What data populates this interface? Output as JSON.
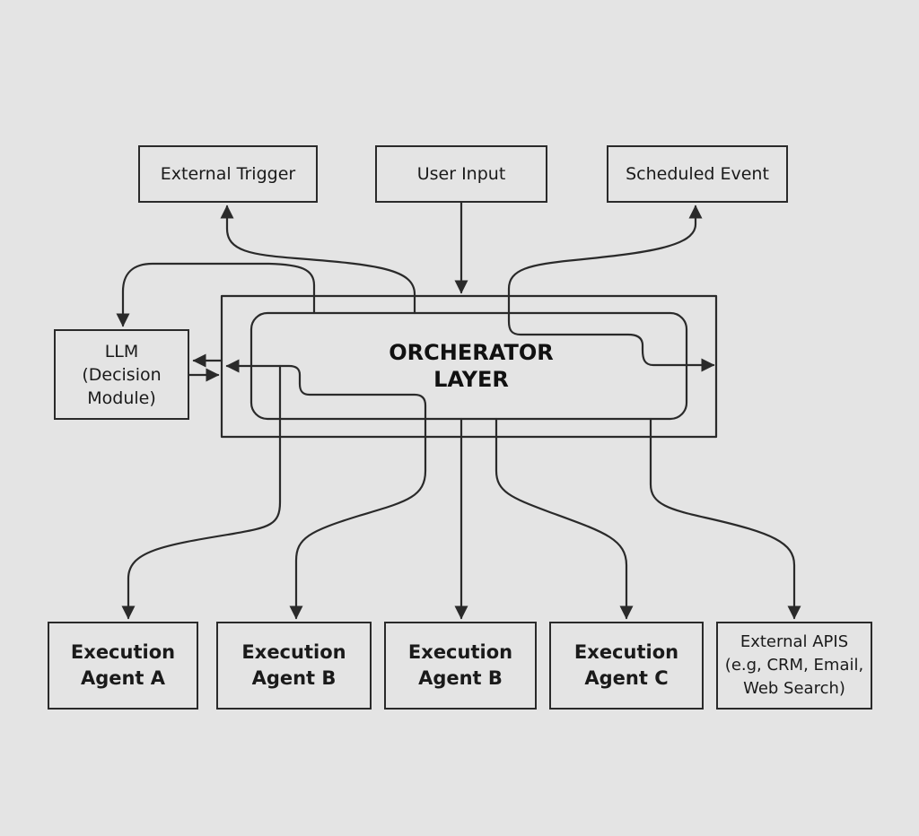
{
  "diagram": {
    "colors": {
      "background": "#e4e4e4",
      "stroke": "#2a2a2a",
      "text": "#1a1a1a"
    },
    "inputs": {
      "external_trigger": "External Trigger",
      "user_input": "User Input",
      "scheduled_event": "Scheduled Event"
    },
    "llm": {
      "line1": "LLM",
      "line2": "(Decision",
      "line3": "Module)"
    },
    "orchestrator": {
      "line1": "ORCHERATOR",
      "line2": "LAYER"
    },
    "outputs": [
      {
        "line1": "Execution",
        "line2": "Agent A"
      },
      {
        "line1": "Execution",
        "line2": "Agent B"
      },
      {
        "line1": "Execution",
        "line2": "Agent B"
      },
      {
        "line1": "Execution",
        "line2": "Agent C"
      }
    ],
    "external_apis": {
      "line1": "External APIS",
      "line2": "(e.g, CRM, Email,",
      "line3": "Web Search)"
    },
    "edges": [
      {
        "from": "User Input",
        "to": "Orchestrator Layer"
      },
      {
        "from": "Orchestrator Layer",
        "to": "External Trigger"
      },
      {
        "from": "Orchestrator Layer",
        "to": "Scheduled Event"
      },
      {
        "from": "Orchestrator Layer",
        "to": "LLM (Decision Module)"
      },
      {
        "from": "LLM (Decision Module)",
        "to": "Orchestrator Layer"
      },
      {
        "from": "Orchestrator Layer",
        "to": "LLM (Decision Module)"
      },
      {
        "from": "Orchestrator Layer",
        "to": "Execution Agent A"
      },
      {
        "from": "Orchestrator Layer",
        "to": "Execution Agent B"
      },
      {
        "from": "Orchestrator Layer",
        "to": "Execution Agent B"
      },
      {
        "from": "Orchestrator Layer",
        "to": "Execution Agent C"
      },
      {
        "from": "Orchestrator Layer",
        "to": "External APIS"
      }
    ]
  }
}
